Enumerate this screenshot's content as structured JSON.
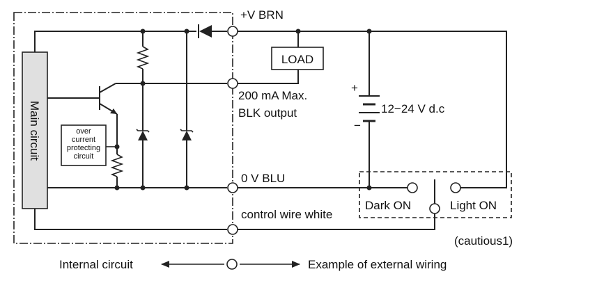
{
  "labels": {
    "supply_positive": "+V BRN",
    "load": "LOAD",
    "output_current": "200 mA Max.",
    "output_name": "BLK output",
    "battery": "12−24 V d.c",
    "battery_plus": "+",
    "battery_minus": "−",
    "supply_zero": "0 V BLU",
    "control_wire": "control wire white",
    "dark_on": "Dark ON",
    "light_on": "Light ON",
    "note": "(cautious1)",
    "main_circuit": "Main circuit",
    "protection_lines": [
      "over",
      "current",
      "protecting",
      "circuit"
    ],
    "internal": "Internal circuit",
    "external": "Example of external wiring"
  }
}
